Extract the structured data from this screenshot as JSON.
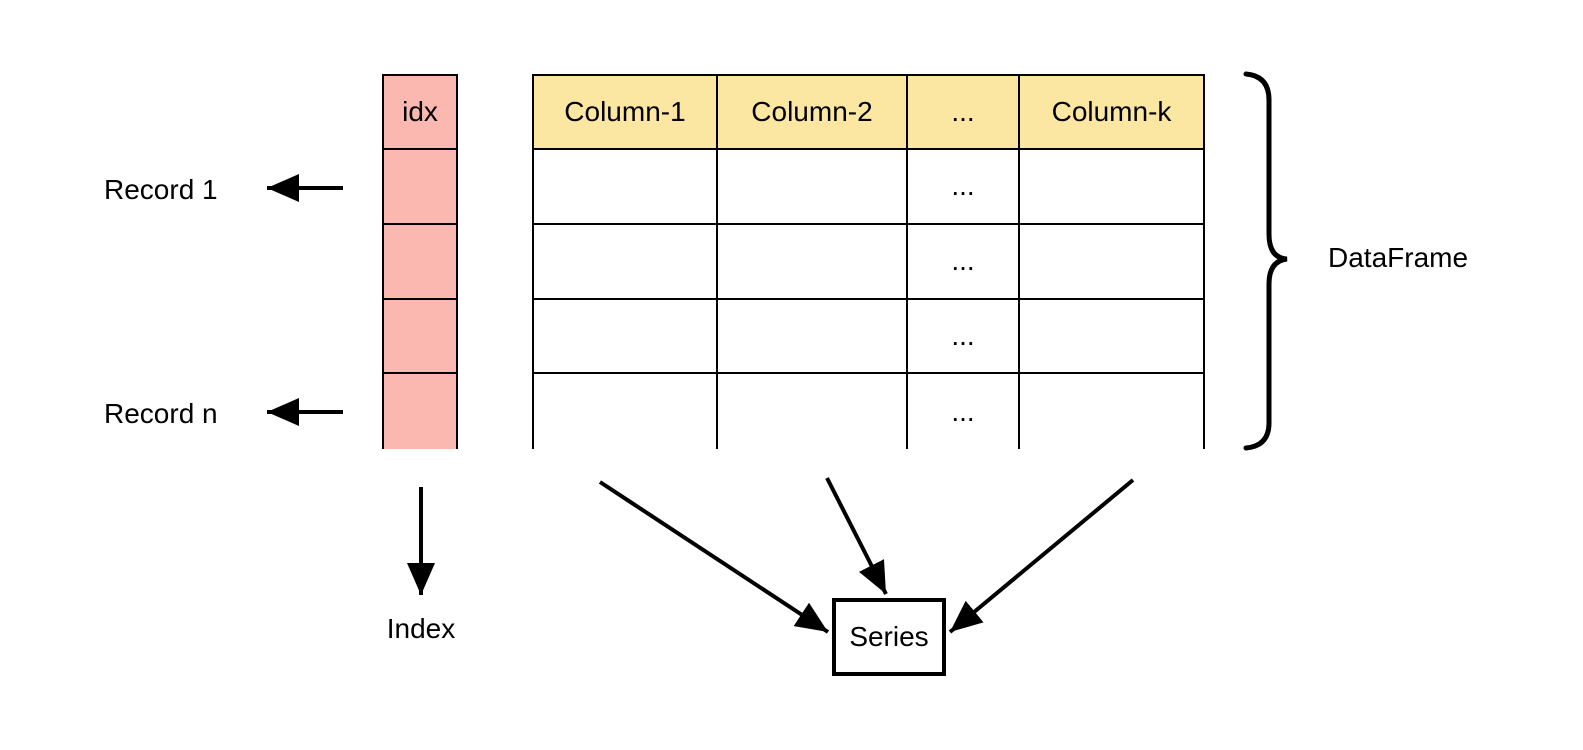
{
  "diagram": {
    "title_semantics": "pandas DataFrame structure diagram",
    "index_column": {
      "header": "idx",
      "cells": [
        "",
        "",
        "",
        ""
      ],
      "label": "Index"
    },
    "table": {
      "headers": [
        "Column-1",
        "Column-2",
        "...",
        "Column-k"
      ],
      "rows": [
        [
          "",
          "",
          "...",
          ""
        ],
        [
          "",
          "",
          "...",
          ""
        ],
        [
          "",
          "",
          "...",
          ""
        ],
        [
          "",
          "",
          "...",
          ""
        ]
      ],
      "brace_label": "DataFrame"
    },
    "records": {
      "first": "Record 1",
      "last": "Record n"
    },
    "series_box": {
      "label": "Series"
    },
    "colors": {
      "index_fill": "#FBB8B0",
      "header_fill": "#FBE6A2",
      "line": "#000000"
    }
  }
}
